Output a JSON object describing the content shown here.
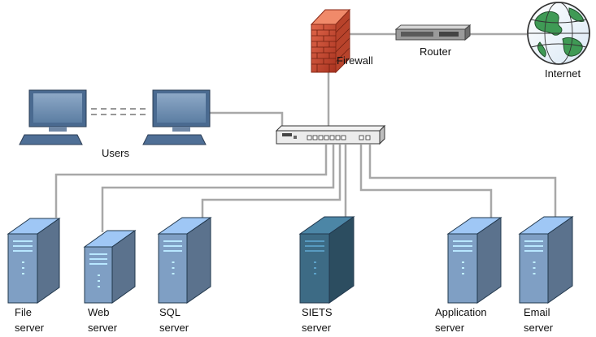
{
  "labels": {
    "firewall": "Firewall",
    "router": "Router",
    "internet": "Internet",
    "users": "Users"
  },
  "servers": [
    {
      "id": "file",
      "line1": "File",
      "line2": "server",
      "color": "#7f9fc4"
    },
    {
      "id": "web",
      "line1": "Web",
      "line2": "server",
      "color": "#7f9fc4"
    },
    {
      "id": "sql",
      "line1": "SQL",
      "line2": "server",
      "color": "#7f9fc4"
    },
    {
      "id": "siets",
      "line1": "SIETS",
      "line2": "server",
      "color": "#3d6b85"
    },
    {
      "id": "application",
      "line1": "Application",
      "line2": "server",
      "color": "#7f9fc4"
    },
    {
      "id": "email",
      "line1": "Email",
      "line2": "server",
      "color": "#7f9fc4"
    }
  ],
  "icons": [
    "firewall-icon",
    "router-icon",
    "globe-icon",
    "computer-icon",
    "network-switch-icon",
    "server-icon"
  ]
}
